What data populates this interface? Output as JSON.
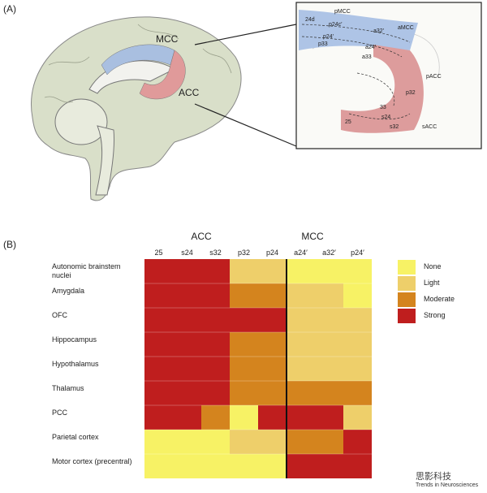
{
  "panel_a": {
    "label": "(A)",
    "labels": {
      "mcc": "MCC",
      "acc": "ACC"
    },
    "inset_labels": {
      "pmcc": "pMCC",
      "amcc": "aMCC",
      "pacc": "pACC",
      "sacc": "sACC",
      "d24": "24d",
      "p24c": "p24c′",
      "a32": "a32′",
      "p24": "p24′",
      "a24": "a24′",
      "p33": "p33",
      "a33": "a33",
      "p32": "p32",
      "s33": "33",
      "s24": "s24",
      "s32": "s32",
      "n25": "25"
    }
  },
  "panel_b": {
    "label": "(B)",
    "groups": [
      {
        "name": "ACC"
      },
      {
        "name": "MCC"
      }
    ],
    "columns": [
      "25",
      "s24",
      "s32",
      "p32",
      "p24",
      "a24′",
      "a32′",
      "p24′"
    ],
    "rows": [
      "Autonomic brainstem nuclei",
      "Amygdala",
      "OFC",
      "Hippocampus",
      "Hypothalamus",
      "Thalamus",
      "PCC",
      "Parietal cortex",
      "Motor cortex (precentral)"
    ],
    "levels": [
      "None",
      "Light",
      "Moderate",
      "Strong"
    ],
    "colors": {
      "None": "#f7f265",
      "Light": "#eecf6a",
      "Moderate": "#d4841e",
      "Strong": "#bf1e1e"
    },
    "cells": [
      [
        "Strong",
        "Strong",
        "Strong",
        "Light",
        "Light",
        "None",
        "None",
        "None"
      ],
      [
        "Strong",
        "Strong",
        "Strong",
        "Moderate",
        "Moderate",
        "Light",
        "Light",
        "None"
      ],
      [
        "Strong",
        "Strong",
        "Strong",
        "Strong",
        "Strong",
        "Light",
        "Light",
        "Light"
      ],
      [
        "Strong",
        "Strong",
        "Strong",
        "Moderate",
        "Moderate",
        "Light",
        "Light",
        "Light"
      ],
      [
        "Strong",
        "Strong",
        "Strong",
        "Moderate",
        "Moderate",
        "Light",
        "Light",
        "Light"
      ],
      [
        "Strong",
        "Strong",
        "Strong",
        "Moderate",
        "Moderate",
        "Moderate",
        "Moderate",
        "Moderate"
      ],
      [
        "Strong",
        "Strong",
        "Moderate",
        "None",
        "Strong",
        "Strong",
        "Strong",
        "Light"
      ],
      [
        "None",
        "None",
        "None",
        "Light",
        "Light",
        "Moderate",
        "Moderate",
        "Strong"
      ],
      [
        "None",
        "None",
        "None",
        "None",
        "None",
        "Strong",
        "Strong",
        "Strong"
      ]
    ]
  },
  "watermark": "思影科技",
  "footer": "Trends in Neurosciences"
}
